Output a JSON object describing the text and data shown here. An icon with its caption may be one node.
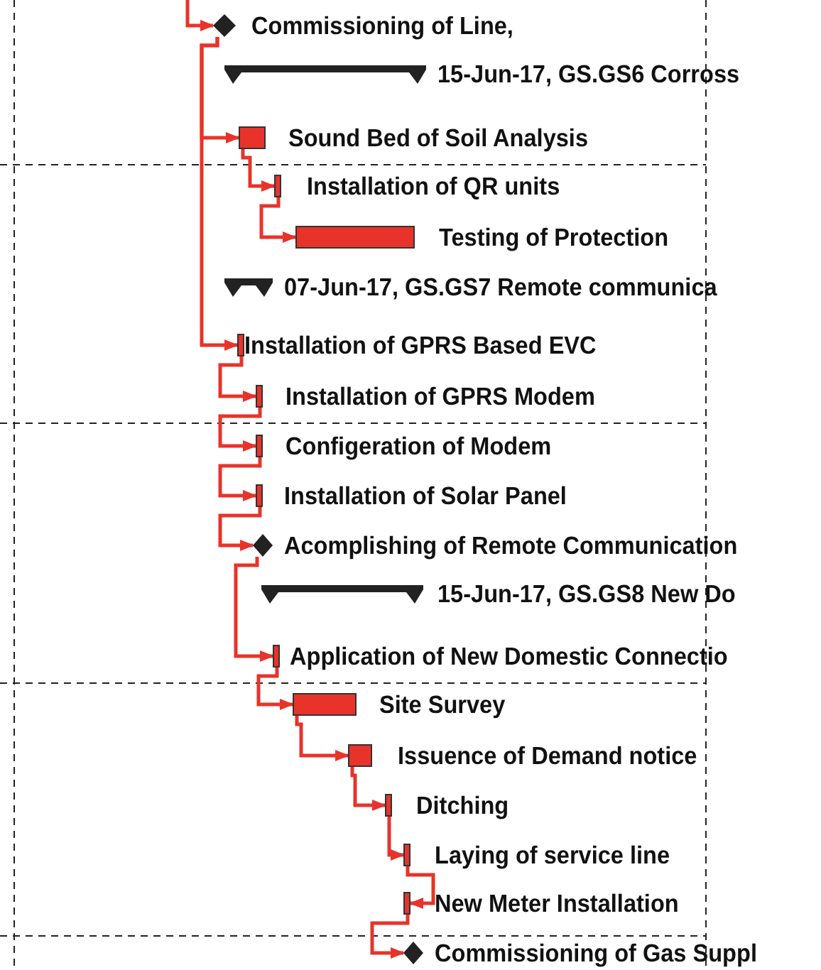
{
  "diagram": {
    "nodes": [
      {
        "text": [],
        "shape": "diamond",
        "beside": [
          "Commissioning of Line,"
        ]
      },
      {
        "text": [],
        "shape": "bar",
        "beside": [
          "15-Jun-17, GS.GS6 Corross"
        ]
      },
      {
        "text": [],
        "shape": "bar",
        "beside": [
          "Sound Bed of Soil Analysis"
        ]
      },
      {
        "text": [],
        "shape": "bar",
        "beside": [
          "Installation of QR units"
        ]
      },
      {
        "text": [],
        "shape": "bar",
        "beside": [
          "Testing of Protection"
        ]
      },
      {
        "text": [],
        "shape": "bar",
        "beside": [
          "07-Jun-17, GS.GS7 Remote communica"
        ]
      },
      {
        "text": [],
        "shape": "bar",
        "beside": [
          "Installation of GPRS Based EVC"
        ]
      },
      {
        "text": [],
        "shape": "bar",
        "beside": [
          "Installation of GPRS Modem"
        ]
      },
      {
        "text": [],
        "shape": "bar",
        "beside": [
          "Configeration of Modem"
        ]
      },
      {
        "text": [],
        "shape": "bar",
        "beside": [
          "Installation of Solar Panel"
        ]
      },
      {
        "text": [],
        "shape": "diamond",
        "beside": [
          "Acomplishing of Remote Communication"
        ]
      },
      {
        "text": [],
        "shape": "bar",
        "beside": [
          "15-Jun-17, GS.GS8 New Do"
        ]
      },
      {
        "text": [],
        "shape": "bar",
        "beside": [
          "Application of New Domestic Connectio"
        ]
      },
      {
        "text": [],
        "shape": "bar",
        "beside": [
          "Site Survey"
        ]
      },
      {
        "text": [],
        "shape": "bar",
        "beside": [
          "Issuence of Demand notice"
        ]
      },
      {
        "text": [],
        "shape": "bar",
        "beside": [
          "Ditching"
        ]
      },
      {
        "text": [],
        "shape": "bar",
        "beside": [
          "Laying of service line"
        ]
      },
      {
        "text": [],
        "shape": "bar",
        "beside": [
          "New Meter Installation"
        ]
      },
      {
        "text": [],
        "shape": "diamond",
        "beside": [
          "Commissioning of Gas Suppl"
        ]
      }
    ],
    "edges": [
      {
        "from": null,
        "to": 0,
        "arrow": "to"
      },
      {
        "from": 0,
        "to": 2,
        "arrow": "to"
      },
      {
        "from": 0,
        "to": 6,
        "arrow": "to"
      },
      {
        "from": 2,
        "to": 3,
        "arrow": "to"
      },
      {
        "from": 3,
        "to": 4,
        "arrow": "to"
      },
      {
        "from": 6,
        "to": 7,
        "arrow": "to"
      },
      {
        "from": 7,
        "to": 8,
        "arrow": "to"
      },
      {
        "from": 8,
        "to": 9,
        "arrow": "to"
      },
      {
        "from": 9,
        "to": 10,
        "arrow": "to"
      },
      {
        "from": 10,
        "to": 12,
        "arrow": "to"
      },
      {
        "from": 12,
        "to": 13,
        "arrow": "to"
      },
      {
        "from": 13,
        "to": 14,
        "arrow": "to"
      },
      {
        "from": 14,
        "to": 15,
        "arrow": "to"
      },
      {
        "from": 15,
        "to": 16,
        "arrow": "to"
      },
      {
        "from": 16,
        "to": 17,
        "arrow": "to"
      },
      {
        "from": 17,
        "to": 18,
        "arrow": "to"
      }
    ]
  }
}
